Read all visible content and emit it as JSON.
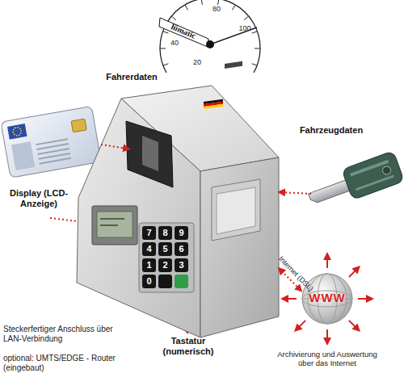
{
  "diagram": {
    "nodes": [
      {
        "text": [
          "Fahrerdaten"
        ]
      },
      {
        "text": [
          "Display (LCD-Anzeige)",
          "Tastatur (numerisch)"
        ]
      },
      {
        "text": [
          "7"
        ],
        "in": 1
      },
      {
        "text": [
          "8"
        ],
        "in": 1
      },
      {
        "text": [
          "9"
        ],
        "in": 1
      },
      {
        "text": [
          "4"
        ],
        "in": 1
      },
      {
        "text": [
          "5"
        ],
        "in": 1
      },
      {
        "text": [
          "6"
        ],
        "in": 1
      },
      {
        "text": [
          "1"
        ],
        "in": 1
      },
      {
        "text": [
          "2"
        ],
        "in": 1
      },
      {
        "text": [
          "3"
        ],
        "in": 1
      },
      {
        "text": [
          "0"
        ],
        "in": 1
      },
      {
        "text": [
          "Fahrzeugdaten"
        ]
      },
      {
        "text": [
          "WWW",
          "Archivierung und Auswertung über das Internet"
        ]
      }
    ],
    "edges": [
      {
        "from": 0,
        "to": 1,
        "arrow": "to"
      },
      {
        "from": 12,
        "to": 1,
        "arrow": "to"
      },
      {
        "from": 1,
        "to": 13,
        "label": "Internet (DSL)",
        "arrow": "both"
      }
    ],
    "labels": [
      "lümatic",
      "80",
      "100",
      "40",
      "20",
      "Steckerfertiger Anschluss über LAN-Verbindung",
      "optional: UMTS/EDGE - Router (eingebaut)"
    ]
  }
}
